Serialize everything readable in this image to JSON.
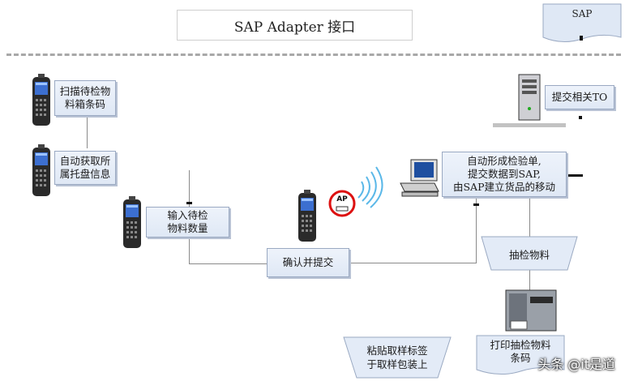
{
  "title": "SAP Adapter 接口",
  "doc_label": "SAP",
  "server_label": "提交相关TO",
  "nodes": {
    "scan": "扫描待检物\n料箱条码",
    "auto_get": "自动获取所\n属托盘信息",
    "input_qty": "输入待检\n物料数量",
    "confirm": "确认并提交",
    "auto_form": "自动形成检验单,\n提交数据到SAP,\n由SAP建立货品的移动",
    "sample": "抽检物料",
    "paste": "粘贴取样标签\n于取样包装上",
    "print": "打印抽检物料\n条码"
  },
  "ap_label": "AP",
  "watermark": "头条 @it是道",
  "colors": {
    "box_fill": "#e6edf8",
    "box_border": "#9aa9c2",
    "connector": "#8a8a8a"
  }
}
